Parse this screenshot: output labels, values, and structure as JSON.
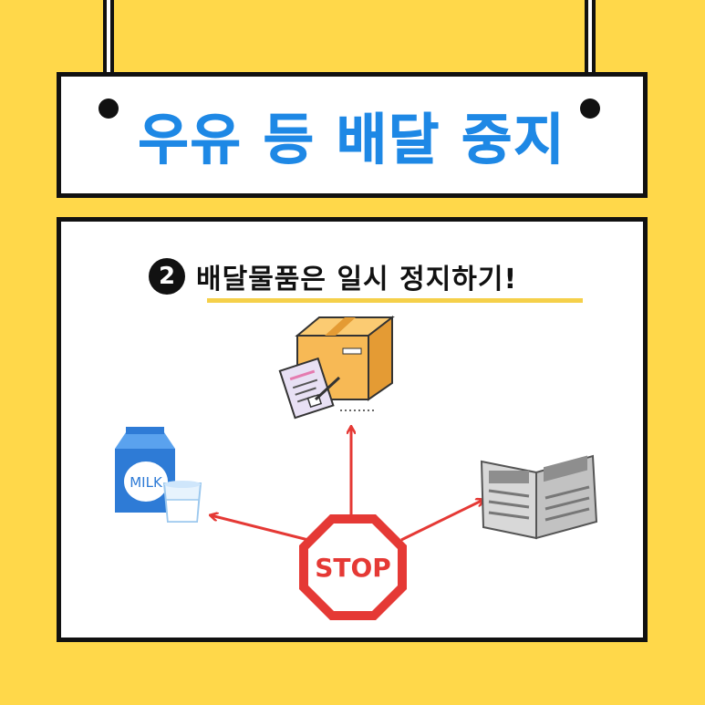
{
  "title": "우유 등 배달 중지",
  "step": {
    "number": "2",
    "text": "배달물품은 일시 정지하기!"
  },
  "illustration": {
    "milk_label": "MILK",
    "stop_label": "STOP"
  },
  "colors": {
    "background": "#FFD84A",
    "title_blue": "#1E88E5",
    "arrow_red": "#E53935",
    "underline_yellow": "#F5D04A"
  },
  "icons": [
    "milk-carton-icon",
    "glass-of-milk-icon",
    "parcel-box-icon",
    "clipboard-icon",
    "newspaper-icon",
    "stop-sign-icon"
  ]
}
